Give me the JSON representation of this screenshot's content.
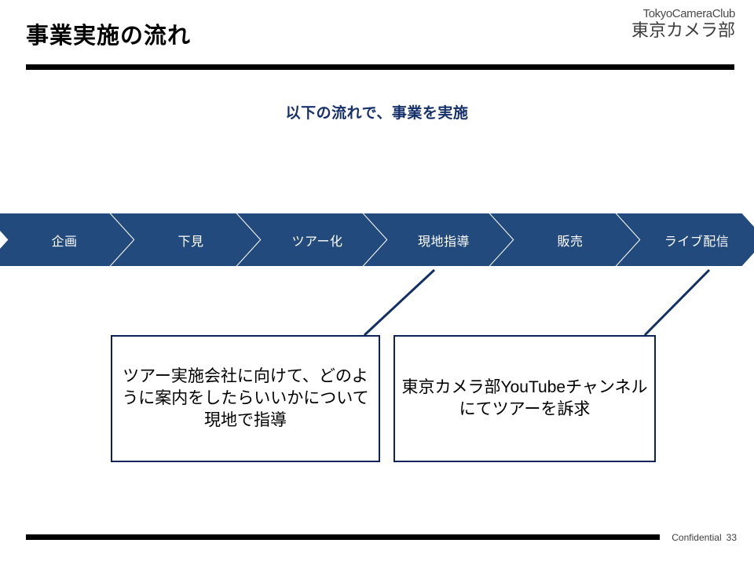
{
  "slide": {
    "title": "事業実施の流れ",
    "subtitle": "以下の流れで、事業を実施"
  },
  "logo": {
    "latin": "TokyoCameraClub",
    "japanese": "東京カメラ部"
  },
  "process": {
    "steps": [
      {
        "label": "企画"
      },
      {
        "label": "下見"
      },
      {
        "label": "ツアー化"
      },
      {
        "label": "現地指導"
      },
      {
        "label": "販売"
      },
      {
        "label": "ライブ配信"
      }
    ]
  },
  "callouts": [
    {
      "text": "ツアー実施会社に向けて、どのように案内をしたらいいかについて現地で指導"
    },
    {
      "text": "東京カメラ部YouTubeチャンネルにてツアーを訴求"
    }
  ],
  "footer": {
    "confidential": "Confidential",
    "page_number": "33"
  },
  "colors": {
    "chevron_fill": "#234a7d",
    "accent_navy": "#0d2258",
    "subtitle_navy": "#16306b",
    "rule_black": "#000000",
    "chevron_text": "#ffffff"
  }
}
